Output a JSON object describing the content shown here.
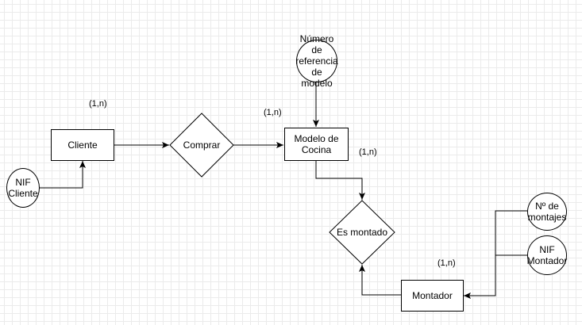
{
  "entities": {
    "cliente": "Cliente",
    "modelo": "Modelo de Cocina",
    "montador": "Montador"
  },
  "relationships": {
    "comprar": "Comprar",
    "es_montado": "Es montado"
  },
  "attributes": {
    "nif_cliente": "NIF Cliente",
    "numero_referencia": "Número de referencia de modelo",
    "n_montajes": "Nº de montajes",
    "nif_montador": "NIF Montador"
  },
  "cardinalities": {
    "cliente": "(1,n)",
    "comprar_modelo": "(1,n)",
    "modelo_es_montado": "(1,n)",
    "montador": "(1,n)"
  },
  "colors": {
    "grid": "#ebebeb",
    "stroke": "#000000",
    "fill": "#ffffff"
  }
}
